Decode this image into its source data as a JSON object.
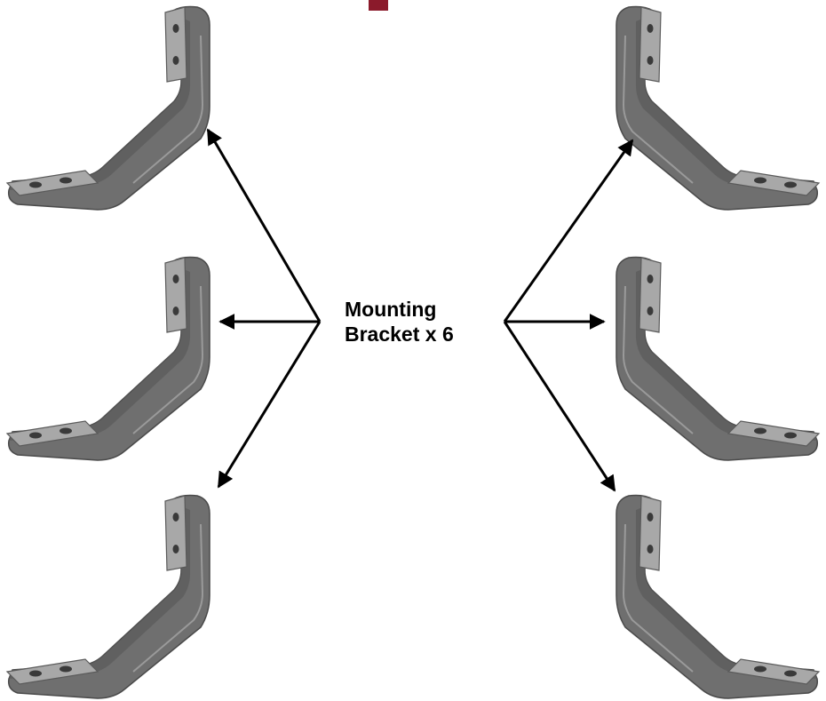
{
  "label": {
    "line1": "Mounting",
    "line2": "Bracket x 6"
  },
  "parts": {
    "count": 6,
    "icon": "mounting-bracket-icon"
  },
  "colors": {
    "bracket_face": "#6f6f6f",
    "bracket_edge": "#4a4a4a",
    "bracket_highlight": "#9a9a9a",
    "tab_face": "#a8a8a8",
    "arrow": "#000000",
    "accent": "#8b1a2b"
  }
}
